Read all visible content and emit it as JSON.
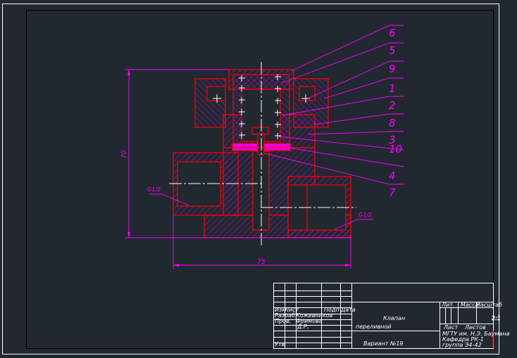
{
  "drawing": {
    "callouts": [
      "6",
      "5",
      "9",
      "1",
      "2",
      "8",
      "3",
      "10",
      "4",
      "7"
    ],
    "dimensions": {
      "height": "70",
      "width": "75",
      "thread_left": "G1/2",
      "thread_right": "G1/2"
    },
    "colors": {
      "background": "#212830",
      "outline": "#ff0000",
      "hatch": "#ff00ff",
      "frame": "#ffffff"
    }
  },
  "title_block": {
    "izm": "Изм",
    "list": "Лист",
    "podp": "Подп",
    "data": "Дата",
    "razrab": "Разраб.",
    "razrab_name": "Кожевников",
    "prov": "Пров.",
    "prov_name": "Фримова",
    "prov_name2": "Д.Р.",
    "utv": "Утв.",
    "title_line1": "Клапан",
    "title_line2": "переливной",
    "variant": "Вариант №19",
    "lit": "Лит.",
    "massa": "Масса",
    "masshtab": "Масштаб",
    "scale": "2:1",
    "sheet": "Лист",
    "sheets": "Листов",
    "org1": "МГТУ им. Н.Э. Баумана",
    "org2": "Кафедра РК-1",
    "org3": "группа Э4-42"
  }
}
